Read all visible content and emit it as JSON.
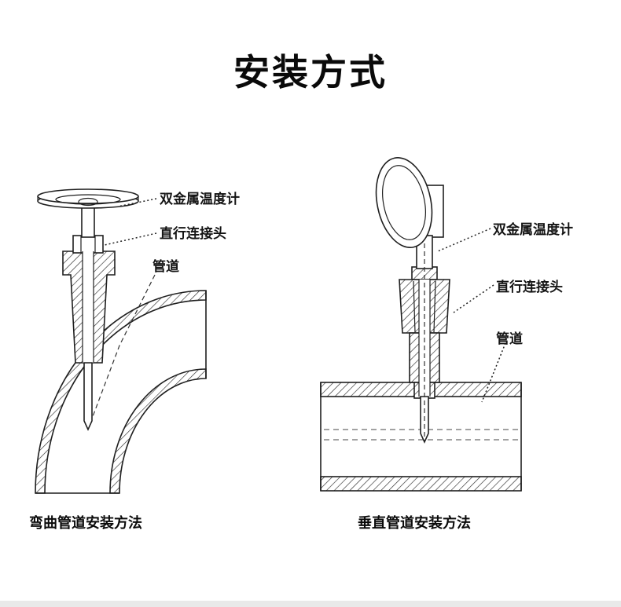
{
  "page": {
    "title": "安装方式"
  },
  "diagrams": {
    "left": {
      "caption": "弯曲管道安装方法",
      "labels": {
        "thermometer": "双金属温度计",
        "connector": "直行连接头",
        "pipe": "管道"
      }
    },
    "right": {
      "caption": "垂直管道安装方法",
      "labels": {
        "thermometer": "双金属温度计",
        "connector": "直行连接头",
        "pipe": "管道"
      }
    }
  }
}
